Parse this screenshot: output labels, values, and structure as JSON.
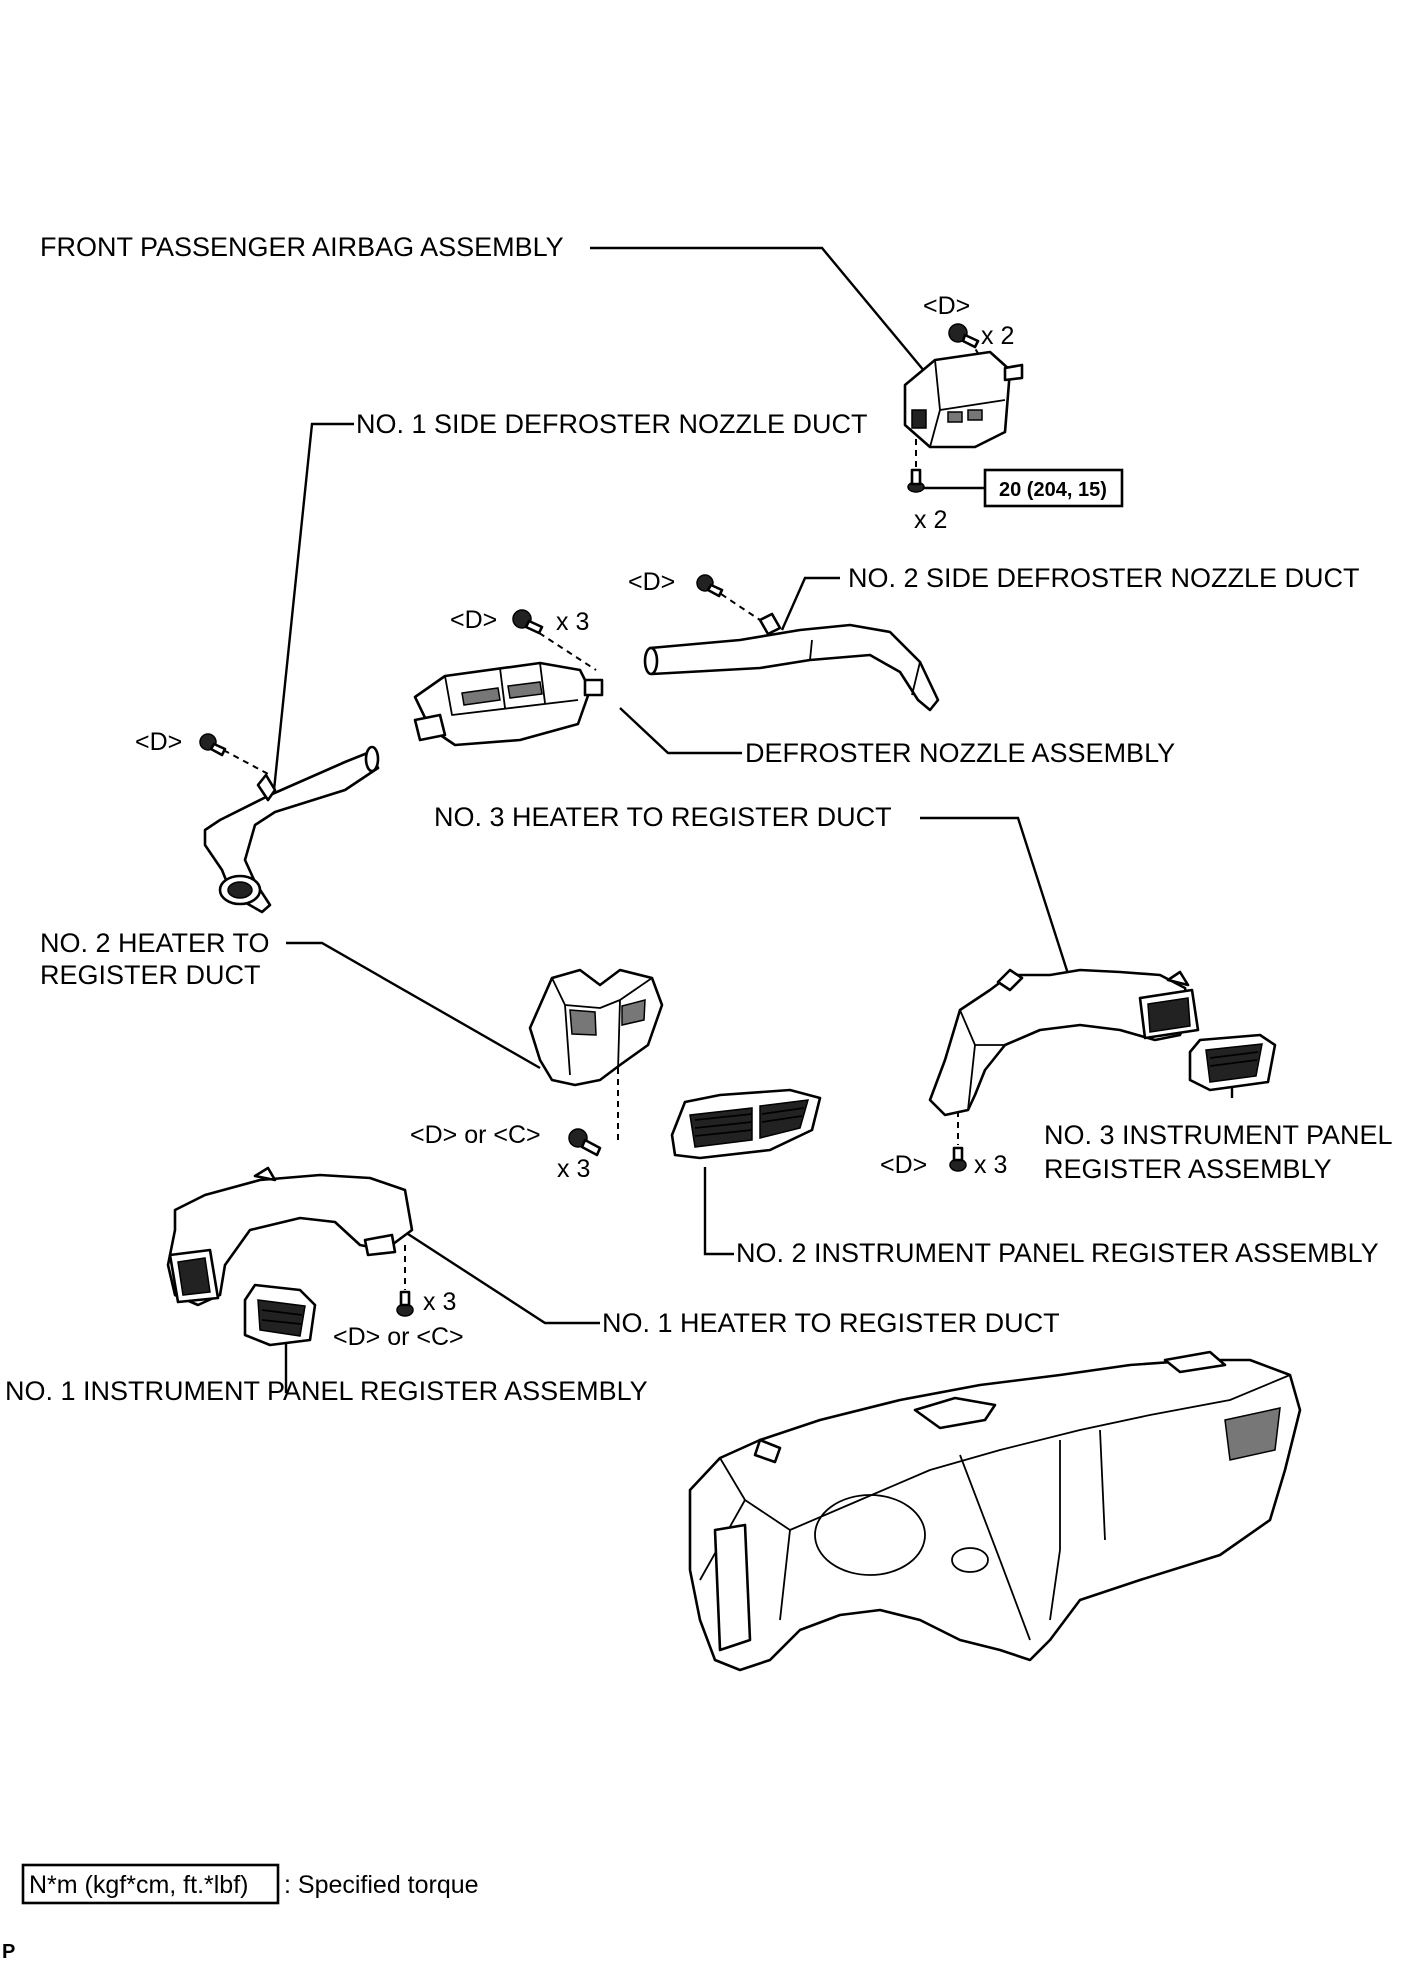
{
  "labels": {
    "front_passenger_airbag": "FRONT PASSENGER AIRBAG ASSEMBLY",
    "no1_side_defroster": "NO. 1 SIDE DEFROSTER NOZZLE DUCT",
    "no2_side_defroster": "NO. 2 SIDE DEFROSTER NOZZLE DUCT",
    "defroster_nozzle": "DEFROSTER NOZZLE ASSEMBLY",
    "no3_heater_duct": "NO. 3 HEATER TO REGISTER DUCT",
    "no2_heater_duct_line1": "NO. 2 HEATER TO",
    "no2_heater_duct_line2": "REGISTER DUCT",
    "no3_register_line1": "NO. 3 INSTRUMENT PANEL",
    "no3_register_line2": "REGISTER ASSEMBLY",
    "no2_register": "NO. 2 INSTRUMENT PANEL REGISTER ASSEMBLY",
    "no1_heater_duct": "NO. 1 HEATER TO REGISTER DUCT",
    "no1_register": "NO. 1 INSTRUMENT PANEL REGISTER ASSEMBLY"
  },
  "fasteners": {
    "airbag_top_code": "<D>",
    "airbag_top_qty": "x 2",
    "airbag_bottom_qty": "x 2",
    "side_defroster2_code": "<D>",
    "defroster_code": "<D>",
    "defroster_qty": "x 3",
    "side_defroster1_code": "<D>",
    "no2_duct_code": "<D> or <C>",
    "no2_duct_qty": "x 3",
    "no3_duct_code": "<D>",
    "no3_duct_qty": "x 3",
    "no1_duct_qty": "x 3",
    "no1_duct_code": "<D> or <C>"
  },
  "torque": {
    "airbag_value": "20 (204, 15)"
  },
  "legend": {
    "unit_box": "N*m (kgf*cm, ft.*lbf)",
    "unit_desc": ": Specified torque"
  },
  "figure_code": "P"
}
